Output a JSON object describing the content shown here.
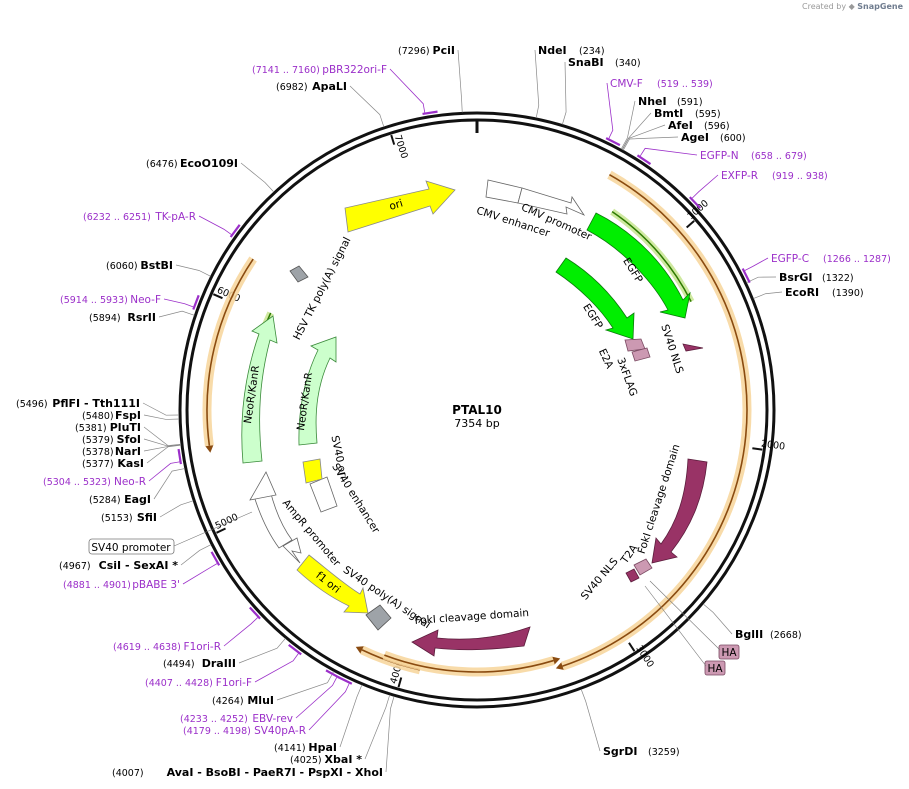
{
  "credit": {
    "prefix": "Created by",
    "brand": "SnapGene"
  },
  "plasmid": {
    "name": "PTAL10",
    "length_label": "7354 bp",
    "length": 7354
  },
  "ticks": [
    {
      "pos": 1000,
      "label": "1000"
    },
    {
      "pos": 2000,
      "label": "2000"
    },
    {
      "pos": 3000,
      "label": "3000"
    },
    {
      "pos": 4000,
      "label": "4000"
    },
    {
      "pos": 5000,
      "label": "5000"
    },
    {
      "pos": 6000,
      "label": "6000"
    },
    {
      "pos": 7000,
      "label": "7000"
    }
  ],
  "sites": [
    {
      "name": "PciI",
      "pos_label": "(7296)",
      "pos": 7296,
      "side": "left"
    },
    {
      "name": "ApaLI",
      "pos_label": "(6982)",
      "pos": 6982,
      "side": "left"
    },
    {
      "name": "EcoO109I",
      "pos_label": "(6476)",
      "pos": 6476,
      "side": "left"
    },
    {
      "name": "BstBI",
      "pos_label": "(6060)",
      "pos": 6060,
      "side": "left"
    },
    {
      "name": "RsrII",
      "pos_label": "(5894)",
      "pos": 5894,
      "side": "left"
    },
    {
      "name": "PflFI - Tth111I",
      "pos_label": "(5496)",
      "pos": 5496,
      "side": "left"
    },
    {
      "name": "FspI",
      "pos_label": "(5480)",
      "pos": 5480,
      "side": "left"
    },
    {
      "name": "PluTI",
      "pos_label": "(5381)",
      "pos": 5381,
      "side": "left"
    },
    {
      "name": "SfoI",
      "pos_label": "(5379)",
      "pos": 5379,
      "side": "left"
    },
    {
      "name": "NarI",
      "pos_label": "(5378)",
      "pos": 5378,
      "side": "left"
    },
    {
      "name": "KasI",
      "pos_label": "(5377)",
      "pos": 5377,
      "side": "left"
    },
    {
      "name": "EagI",
      "pos_label": "(5284)",
      "pos": 5284,
      "side": "left"
    },
    {
      "name": "SfiI",
      "pos_label": "(5153)",
      "pos": 5153,
      "side": "left"
    },
    {
      "name": "CsiI - SexAI *",
      "pos_label": "(4967)",
      "pos": 4967,
      "side": "left"
    },
    {
      "name": "DraIII",
      "pos_label": "(4494)",
      "pos": 4494,
      "side": "left"
    },
    {
      "name": "MluI",
      "pos_label": "(4264)",
      "pos": 4264,
      "side": "left"
    },
    {
      "name": "HpaI",
      "pos_label": "(4141)",
      "pos": 4141,
      "side": "left"
    },
    {
      "name": "XbaI *",
      "pos_label": "(4025)",
      "pos": 4025,
      "side": "left"
    },
    {
      "name": "AvaI - BsoBI - PaeR7I - PspXI - XhoI",
      "pos_label": "(4007)",
      "pos": 4007,
      "side": "left"
    },
    {
      "name": "NdeI",
      "pos_label": "(234)",
      "pos": 234,
      "side": "right"
    },
    {
      "name": "SnaBI",
      "pos_label": "(340)",
      "pos": 340,
      "side": "right"
    },
    {
      "name": "NheI",
      "pos_label": "(591)",
      "pos": 591,
      "side": "right"
    },
    {
      "name": "BmtI",
      "pos_label": "(595)",
      "pos": 595,
      "side": "right"
    },
    {
      "name": "AfeI",
      "pos_label": "(596)",
      "pos": 596,
      "side": "right"
    },
    {
      "name": "AgeI",
      "pos_label": "(600)",
      "pos": 600,
      "side": "right"
    },
    {
      "name": "BsrGI",
      "pos_label": "(1322)",
      "pos": 1322,
      "side": "right"
    },
    {
      "name": "EcoRI",
      "pos_label": "(1390)",
      "pos": 1390,
      "side": "right"
    },
    {
      "name": "BglII",
      "pos_label": "(2668)",
      "pos": 2668,
      "side": "right"
    },
    {
      "name": "SgrDI",
      "pos_label": "(3259)",
      "pos": 3259,
      "side": "right"
    }
  ],
  "primers": [
    {
      "name": "pBR322ori-F",
      "range_label": "(7141 .. 7160)",
      "start": 7141,
      "end": 7160
    },
    {
      "name": "TK-pA-R",
      "range_label": "(6232 .. 6251)",
      "start": 6232,
      "end": 6251
    },
    {
      "name": "Neo-F",
      "range_label": "(5914 .. 5933)",
      "start": 5914,
      "end": 5933
    },
    {
      "name": "Neo-R",
      "range_label": "(5304 .. 5323)",
      "start": 5304,
      "end": 5323
    },
    {
      "name": "pBABE 3'",
      "range_label": "(4881 .. 4901)",
      "start": 4881,
      "end": 4901
    },
    {
      "name": "F1ori-R",
      "range_label": "(4619 .. 4638)",
      "start": 4619,
      "end": 4638
    },
    {
      "name": "F1ori-F",
      "range_label": "(4407 .. 4428)",
      "start": 4407,
      "end": 4428
    },
    {
      "name": "EBV-rev",
      "range_label": "(4233 .. 4252)",
      "start": 4233,
      "end": 4252
    },
    {
      "name": "SV40pA-R",
      "range_label": "(4179 .. 4198)",
      "start": 4179,
      "end": 4198
    },
    {
      "name": "CMV-F",
      "range_label": "(519 .. 539)",
      "start": 519,
      "end": 539
    },
    {
      "name": "EGFP-N",
      "range_label": "(658 .. 679)",
      "start": 658,
      "end": 679
    },
    {
      "name": "EXFP-R",
      "range_label": "(919 .. 938)",
      "start": 919,
      "end": 938
    },
    {
      "name": "EGFP-C",
      "range_label": "(1266 .. 1287)",
      "start": 1266,
      "end": 1287
    }
  ],
  "features": [
    {
      "name": "ori",
      "type": "rep_origin",
      "color": "#ffff00"
    },
    {
      "name": "CMV enhancer",
      "type": "enhancer",
      "color": "#ffffff"
    },
    {
      "name": "CMV promoter",
      "type": "promoter",
      "color": "#ffffff"
    },
    {
      "name": "EGFP",
      "type": "CDS",
      "color": "#00ee00"
    },
    {
      "name": "EGFP",
      "type": "CDS",
      "color": "#00ee00"
    },
    {
      "name": "SV40 NLS",
      "type": "CDS",
      "color": "#993366"
    },
    {
      "name": "E2A",
      "type": "CDS",
      "color": "#cc99b2"
    },
    {
      "name": "3xFLAG",
      "type": "CDS",
      "color": "#cc99b2"
    },
    {
      "name": "FokI cleavage domain",
      "type": "CDS",
      "color": "#993366"
    },
    {
      "name": "T2A",
      "type": "CDS",
      "color": "#cc99b2"
    },
    {
      "name": "SV40 NLS",
      "type": "CDS",
      "color": "#993366"
    },
    {
      "name": "HA",
      "type": "CDS",
      "color": "#cc99b2"
    },
    {
      "name": "HA",
      "type": "CDS",
      "color": "#cc99b2"
    },
    {
      "name": "FokI cleavage domain",
      "type": "CDS",
      "color": "#993366"
    },
    {
      "name": "SV40 poly(A) signal",
      "type": "polyA",
      "color": "#999999"
    },
    {
      "name": "f1 ori",
      "type": "rep_origin",
      "color": "#ffff00"
    },
    {
      "name": "AmpR promoter",
      "type": "promoter",
      "color": "#ffffff"
    },
    {
      "name": "SV40 promoter",
      "type": "promoter",
      "color": "#ffffff"
    },
    {
      "name": "SV40 enhancer",
      "type": "enhancer",
      "color": "#ffffff"
    },
    {
      "name": "SV40 ori",
      "type": "rep_origin",
      "color": "#ffff00"
    },
    {
      "name": "NeoR/KanR",
      "type": "CDS",
      "color": "#ccffcc"
    },
    {
      "name": "NeoR/KanR",
      "type": "CDS",
      "color": "#ccffcc"
    },
    {
      "name": "HSV TK poly(A) signal",
      "type": "polyA",
      "color": "#999999"
    }
  ],
  "colors": {
    "backbone": "#111111",
    "primer": "#9b2fc9",
    "orf_fill": "#f7d59a",
    "orf_line": "#8a4b10",
    "egfp": "#00ee00",
    "fok": "#993366",
    "tag": "#cc99b2",
    "ori": "#ffff00",
    "polyA": "#999999",
    "neo": "#ccffcc"
  }
}
